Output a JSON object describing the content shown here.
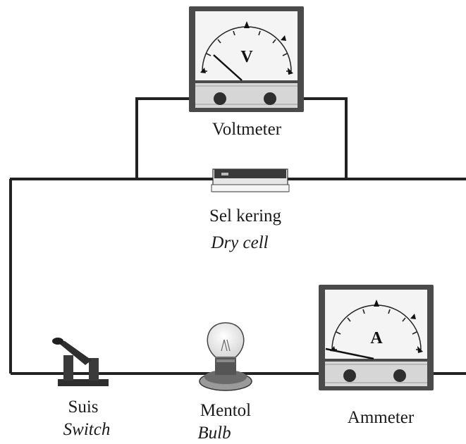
{
  "voltmeter": {
    "symbol": "V",
    "label": "Voltmeter"
  },
  "dry_cell": {
    "label_ms": "Sel kering",
    "label_en": "Dry cell"
  },
  "switch": {
    "label_ms": "Suis",
    "label_en": "Switch"
  },
  "bulb": {
    "label_ms": "Mentol",
    "label_en": "Bulb"
  },
  "ammeter": {
    "symbol": "A",
    "label": "Ammeter"
  }
}
